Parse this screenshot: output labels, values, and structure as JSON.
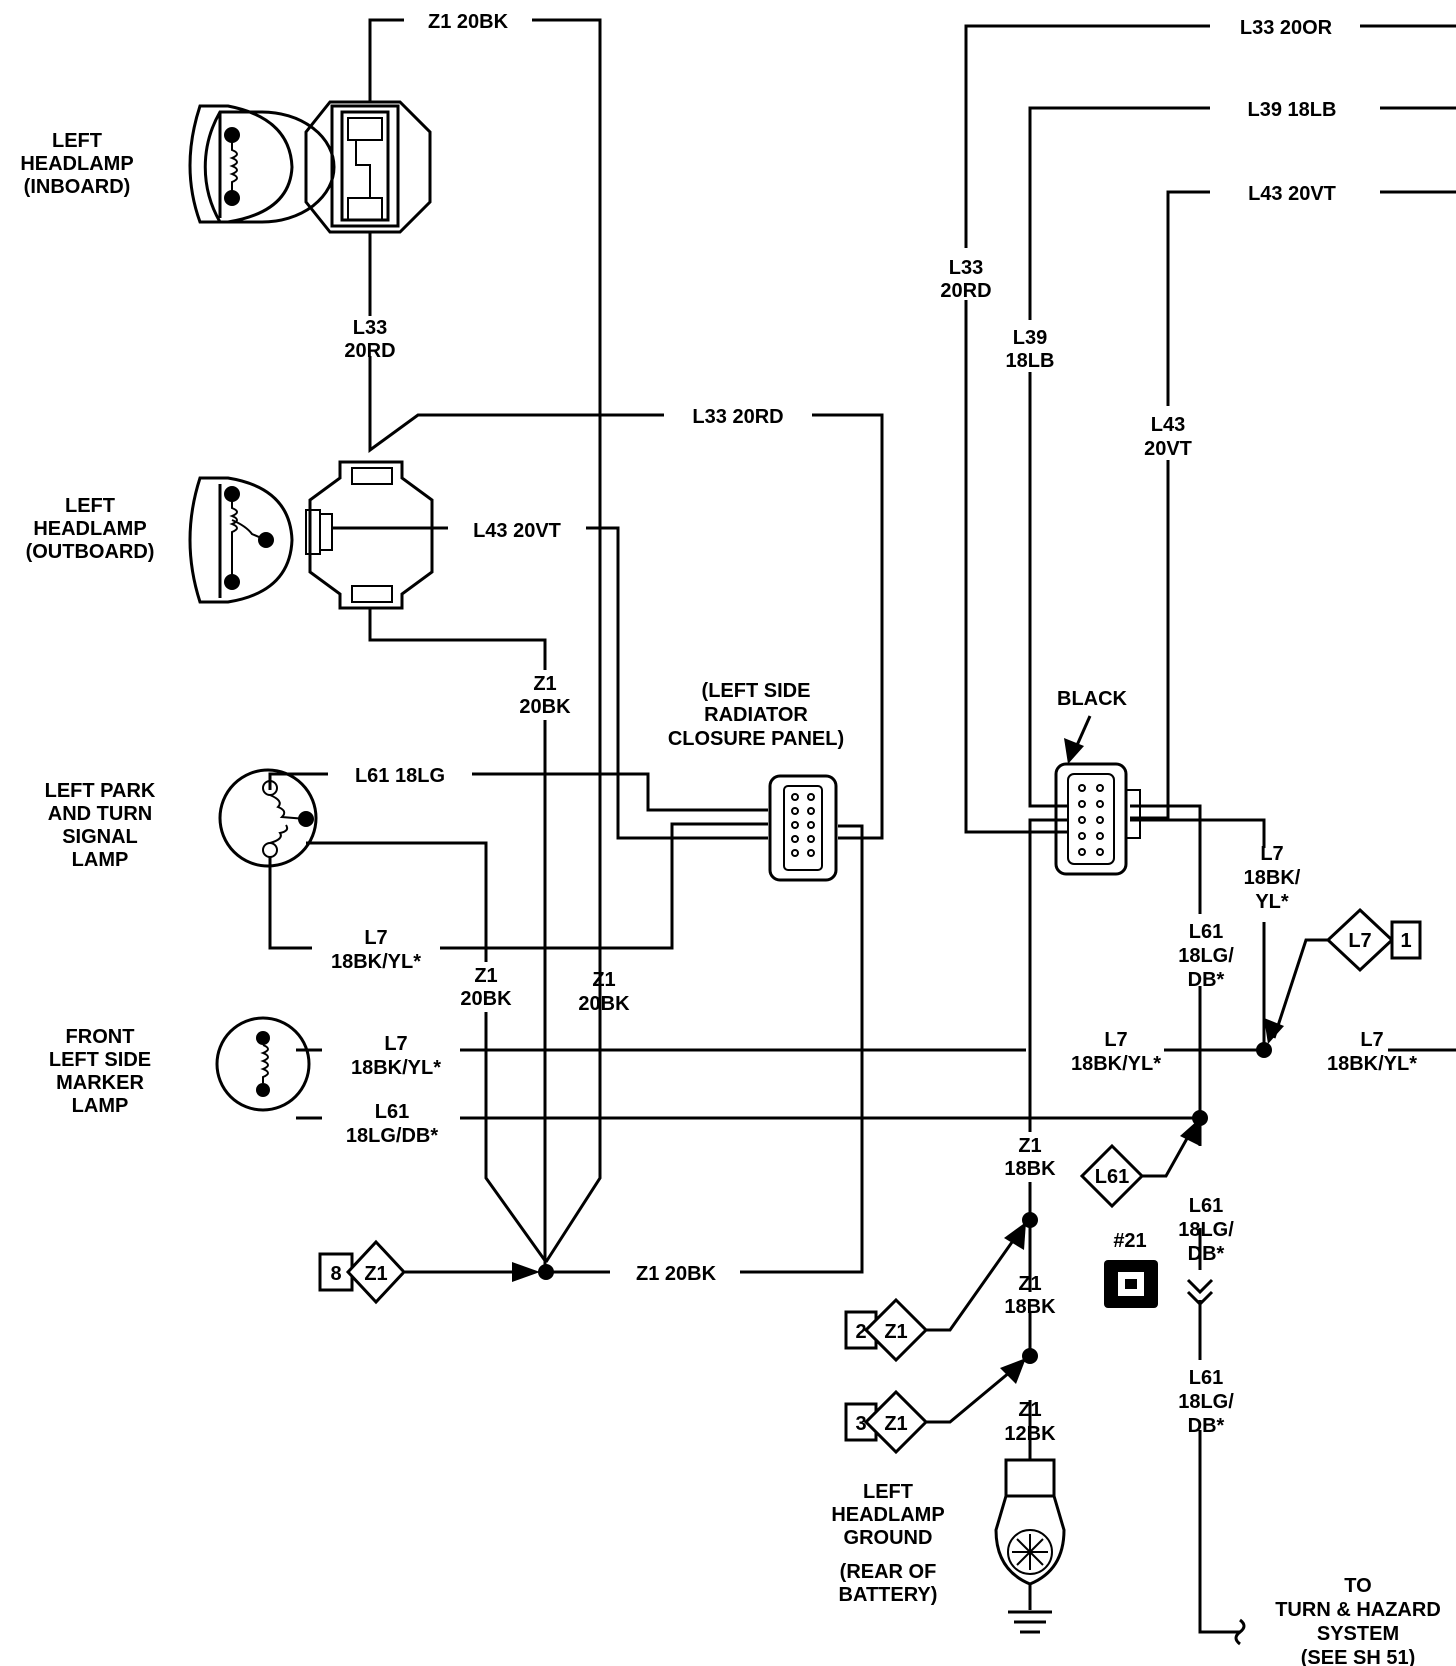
{
  "components": {
    "headlamp_inboard": [
      "LEFT",
      "HEADLAMP",
      "(INBOARD)"
    ],
    "headlamp_outboard": [
      "LEFT",
      "HEADLAMP",
      "(OUTBOARD)"
    ],
    "park_turn_lamp": [
      "LEFT PARK",
      "AND TURN",
      "SIGNAL",
      "LAMP"
    ],
    "marker_lamp": [
      "FRONT",
      "LEFT SIDE",
      "MARKER",
      "LAMP"
    ],
    "closure_panel": [
      "(LEFT SIDE",
      "RADIATOR",
      "CLOSURE PANEL)"
    ],
    "black_connector": "BLACK",
    "headlamp_ground": [
      "LEFT",
      "HEADLAMP",
      "GROUND"
    ],
    "ground_location": [
      "(REAR OF",
      "BATTERY)"
    ],
    "turn_hazard": [
      "TO",
      "TURN & HAZARD",
      "SYSTEM",
      "(SEE SH 51)"
    ]
  },
  "wires": {
    "z1_20bk": "Z1 20BK",
    "l33_20rd": "L33 20RD",
    "l43_20vt": "L43 20VT",
    "l61_18lg": "L61 18LG",
    "l33_20or": "L33 20OR",
    "l39_18lb": "L39 18LB",
    "l33_20rd_2line": [
      "L33",
      "20RD"
    ],
    "l39_18lb_2line": [
      "L39",
      "18LB"
    ],
    "l43_20vt_2line": [
      "L43",
      "20VT"
    ],
    "z1_20bk_2line": [
      "Z1",
      "20BK"
    ],
    "z1_18bk_2line": [
      "Z1",
      "18BK"
    ],
    "z1_12bk_2line": [
      "Z1",
      "12BK"
    ],
    "l7_18bkyl_2line": [
      "L7",
      "18BK/YL*"
    ],
    "l7_18bkyl_3line": [
      "L7",
      "18BK/",
      "YL*"
    ],
    "l61_18lgdb_2line": [
      "L61",
      "18LG/DB*"
    ],
    "l61_18lgdb_3line": [
      "L61",
      "18LG/",
      "DB*"
    ]
  },
  "splices": {
    "z1": "Z1",
    "l7": "L7",
    "l61": "L61",
    "z1_sheet_8": "8",
    "z1_sheet_2": "2",
    "z1_sheet_3": "3",
    "l7_sheet_1": "1"
  },
  "ground_ref": "#21"
}
